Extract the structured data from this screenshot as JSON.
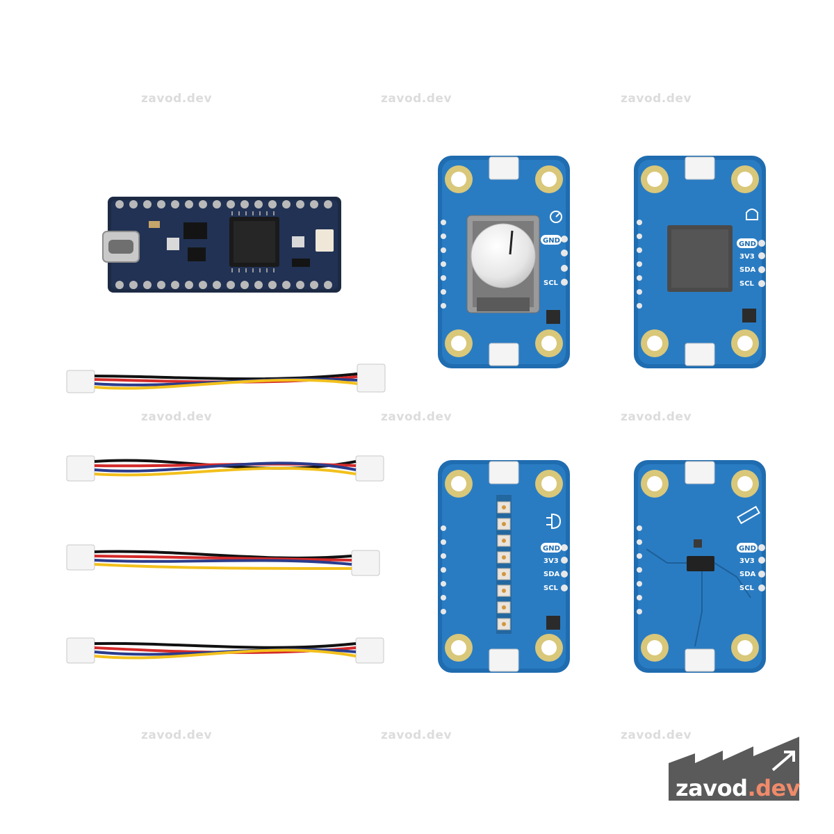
{
  "watermarks": [
    "zavod.dev",
    "zavod.dev",
    "zavod.dev",
    "zavod.dev",
    "zavod.dev",
    "zavod.dev",
    "zavod.dev",
    "zavod.dev",
    "zavod.dev"
  ],
  "logo": {
    "brand": "zavod",
    "tld": ".dev"
  },
  "module_pins": [
    "GND",
    "3V3",
    "SDA",
    "SCL"
  ],
  "rotary_pins": [
    "GND",
    "SCL"
  ],
  "colors": {
    "pcb_blue": "#1f6cb0",
    "pcb_light": "#2f84c9",
    "nano_board": "#1d2a44",
    "logo_bg": "#5a5a5a",
    "logo_accent": "#f08a6a"
  }
}
